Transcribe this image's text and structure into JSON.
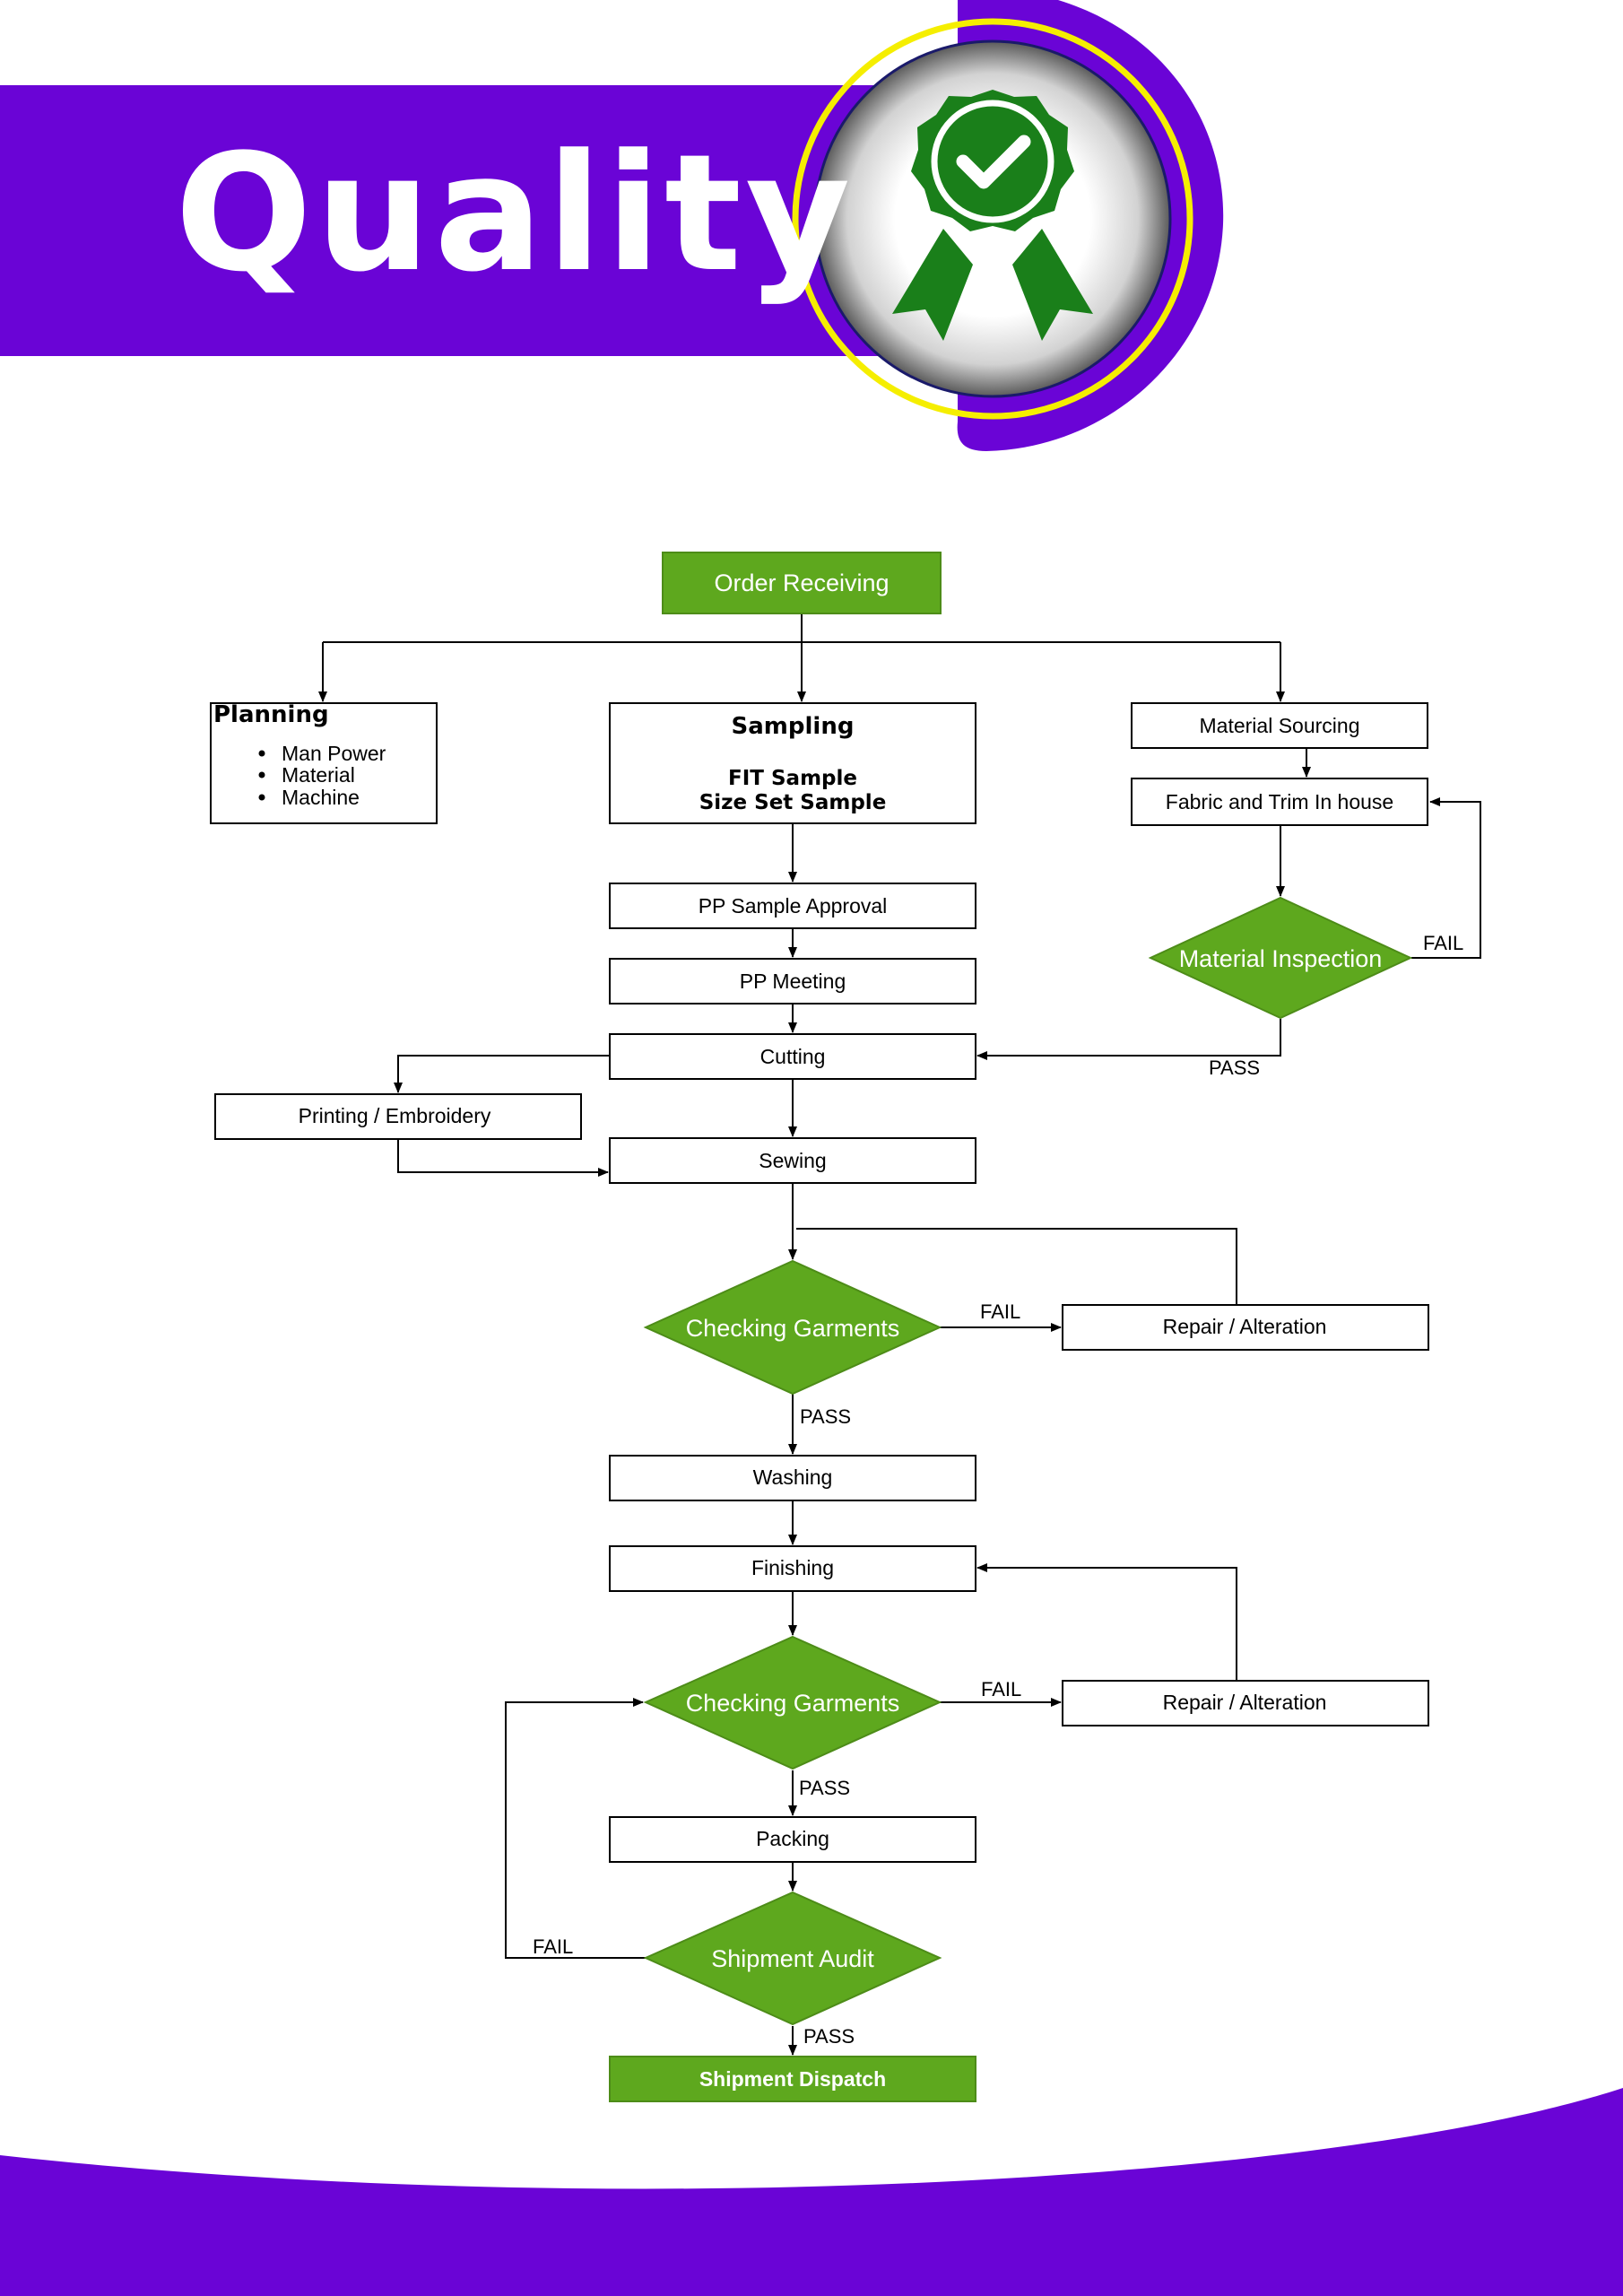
{
  "header": {
    "title": "Quality",
    "colors": {
      "band": "#6a04d6",
      "ring": "#f5ee00",
      "badge": "#1a7f1a",
      "node": "#5ea81e"
    },
    "badge_icon": "award-ribbon-check-icon"
  },
  "flow": {
    "order_receiving": "Order Receiving",
    "planning": {
      "title": "Planning",
      "items": [
        "Man Power",
        "Material",
        "Machine"
      ]
    },
    "sampling": {
      "title": "Sampling",
      "line1": "FIT Sample",
      "line2": "Size Set Sample"
    },
    "material_sourcing": "Material Sourcing",
    "fabric_trim": "Fabric and Trim In house",
    "material_inspection": "Material Inspection",
    "pp_sample_approval": "PP Sample Approval",
    "pp_meeting": "PP Meeting",
    "cutting": "Cutting",
    "printing_embroidery": "Printing / Embroidery",
    "sewing": "Sewing",
    "checking_garments_1": "Checking Garments",
    "repair_alteration_1": "Repair / Alteration",
    "washing": "Washing",
    "finishing": "Finishing",
    "checking_garments_2": "Checking Garments",
    "repair_alteration_2": "Repair / Alteration",
    "packing": "Packing",
    "shipment_audit": "Shipment Audit",
    "shipment_dispatch": "Shipment Dispatch"
  },
  "edges": {
    "inspection_fail": "FAIL",
    "inspection_pass": "PASS",
    "check1_fail": "FAIL",
    "check1_pass": "PASS",
    "check2_fail": "FAIL",
    "check2_pass": "PASS",
    "audit_fail": "FAIL",
    "audit_pass": "PASS"
  }
}
